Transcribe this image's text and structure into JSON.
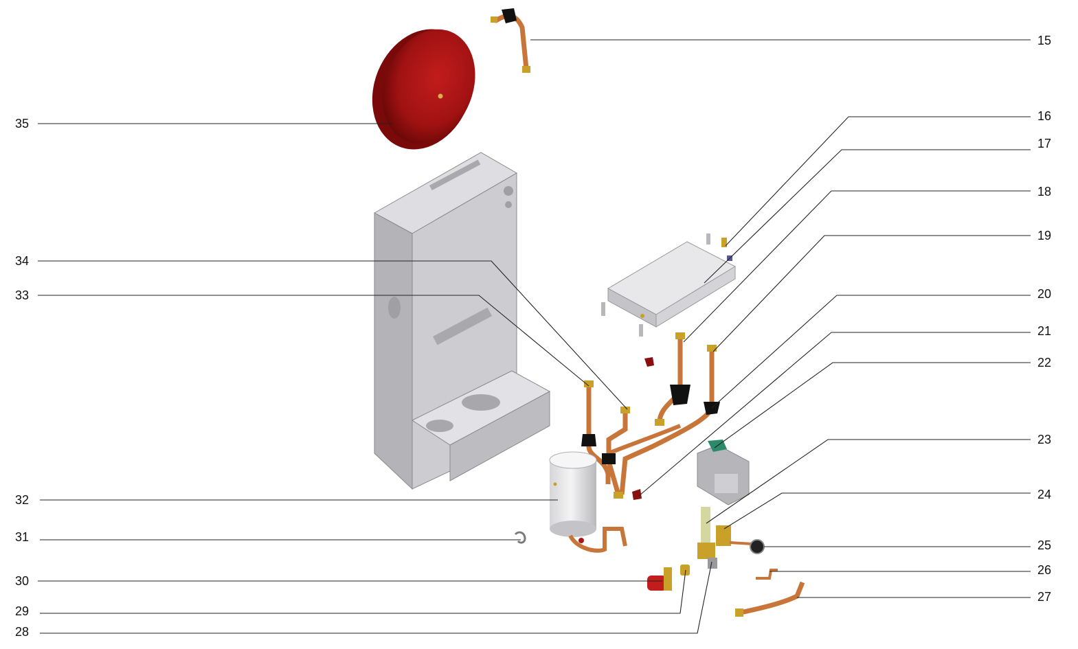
{
  "callouts_right": [
    {
      "id": "15",
      "label": "15"
    },
    {
      "id": "16",
      "label": "16"
    },
    {
      "id": "17",
      "label": "17"
    },
    {
      "id": "18",
      "label": "18"
    },
    {
      "id": "19",
      "label": "19"
    },
    {
      "id": "20",
      "label": "20"
    },
    {
      "id": "21",
      "label": "21"
    },
    {
      "id": "22",
      "label": "22"
    },
    {
      "id": "23",
      "label": "23"
    },
    {
      "id": "24",
      "label": "24"
    },
    {
      "id": "25",
      "label": "25"
    },
    {
      "id": "26",
      "label": "26"
    },
    {
      "id": "27",
      "label": "27"
    }
  ],
  "callouts_left": [
    {
      "id": "35",
      "label": "35"
    },
    {
      "id": "34",
      "label": "34"
    },
    {
      "id": "33",
      "label": "33"
    },
    {
      "id": "32",
      "label": "32"
    },
    {
      "id": "31",
      "label": "31"
    },
    {
      "id": "30",
      "label": "30"
    },
    {
      "id": "29",
      "label": "29"
    },
    {
      "id": "28",
      "label": "28"
    }
  ],
  "colors": {
    "expansion_vessel": "#b01515",
    "copper": "#c8753a",
    "brass": "#c9a028",
    "frame": "#c8c8cc",
    "leader": "#222222"
  }
}
